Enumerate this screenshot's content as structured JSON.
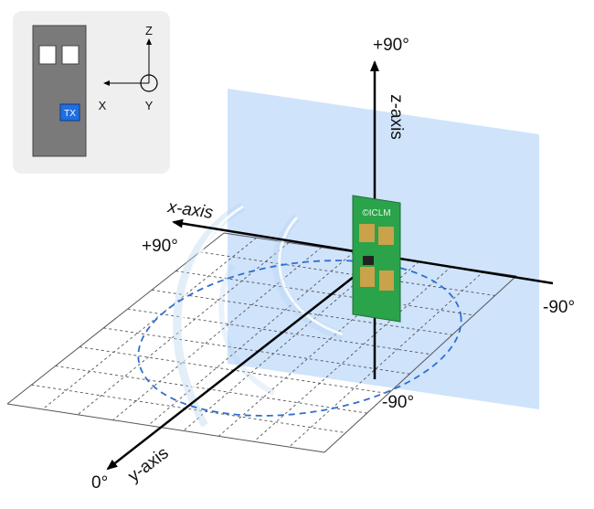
{
  "inset": {
    "axis_z": "Z",
    "axis_x": "X",
    "axis_y": "Y",
    "tx_label": "TX"
  },
  "axes": {
    "x_axis_label": "x-axis",
    "y_axis_label": "y-axis",
    "z_axis_label": "z-axis",
    "z_top_label": "+90°",
    "z_bottom_label": "-90°",
    "x_positive_label": "+90°",
    "x_negative_label": "-90°",
    "y_label": "0°"
  },
  "pcb": {
    "brand": "©ICLM"
  },
  "colors": {
    "plane": "#cfe3fb",
    "pcb_green": "#2aa34a",
    "pad_gold": "#c9a24a",
    "dashed_ellipse": "#2f6fd0",
    "grid": "#555555",
    "tx_box": "#1f6fe0"
  }
}
